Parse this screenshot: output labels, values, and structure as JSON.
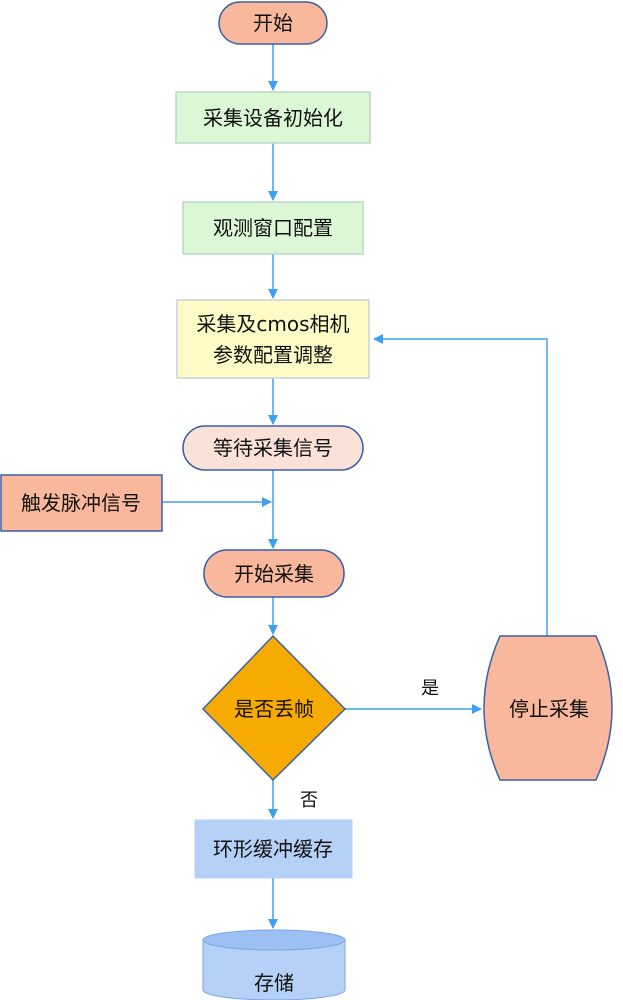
{
  "nodes": {
    "start": "开始",
    "init": "采集设备初始化",
    "window": "观测窗口配置",
    "config_line1": "采集及cmos相机",
    "config_line2": "参数配置调整",
    "wait": "等待采集信号",
    "trigger": "触发脉冲信号",
    "begin": "开始采集",
    "decision": "是否丢帧",
    "stop": "停止采集",
    "buffer": "环形缓冲缓存",
    "storage": "存储"
  },
  "edges": {
    "yes_label": "是",
    "no_label": "否"
  },
  "colors": {
    "arrow": "#3ea0f0",
    "salmon_fill": "#f9b89c",
    "green_fill": "#dcf7d6",
    "yellow_fill": "#fffbc6",
    "pink_fill": "#fbe2d8",
    "orange_fill": "#f7ab00",
    "blue_fill": "#b6d1f8"
  }
}
